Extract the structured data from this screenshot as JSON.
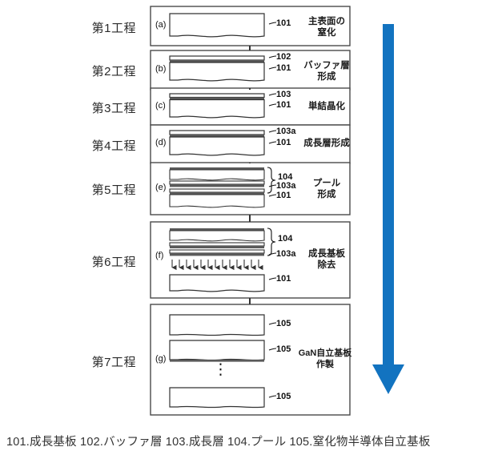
{
  "figure": {
    "steps": [
      {
        "id": "step-1",
        "label": "第1工程",
        "sub": "(a)",
        "process": "主表面の\n窒化",
        "process_line1": "主表面の",
        "process_line2": "窒化"
      },
      {
        "id": "step-2",
        "label": "第2工程",
        "sub": "(b)",
        "process_line1": "バッファ層",
        "process_line2": "形成"
      },
      {
        "id": "step-3",
        "label": "第3工程",
        "sub": "(c)",
        "process_line1": "単結晶化",
        "process_line2": ""
      },
      {
        "id": "step-4",
        "label": "第4工程",
        "sub": "(d)",
        "process_line1": "成長層形成",
        "process_line2": ""
      },
      {
        "id": "step-5",
        "label": "第5工程",
        "sub": "(e)",
        "process_line1": "プール",
        "process_line2": "形成"
      },
      {
        "id": "step-6",
        "label": "第6工程",
        "sub": "(f)",
        "process_line1": "成長基板",
        "process_line2": "除去"
      },
      {
        "id": "step-7",
        "label": "第7工程",
        "sub": "(g)",
        "process_line1": "GaN自立基板",
        "process_line2": "作製"
      }
    ],
    "numerals": {
      "n101": "101",
      "n102": "102",
      "n103": "103",
      "n103a": "103a",
      "n104": "104",
      "n105": "105"
    },
    "vertical_dots": "⋮",
    "caption": "101.成長基板 102.バッファ層 103.成長層 104.プール 105.窒化物半導体自立基板",
    "arrow": {
      "name": "process-flow-arrow",
      "direction": "down",
      "color": "#1273c0"
    }
  },
  "colors": {
    "arrow_blue": "#1273c0",
    "box_border": "#4a4a4a",
    "layer_dark": "#5a5a5a",
    "line": "#333333"
  }
}
